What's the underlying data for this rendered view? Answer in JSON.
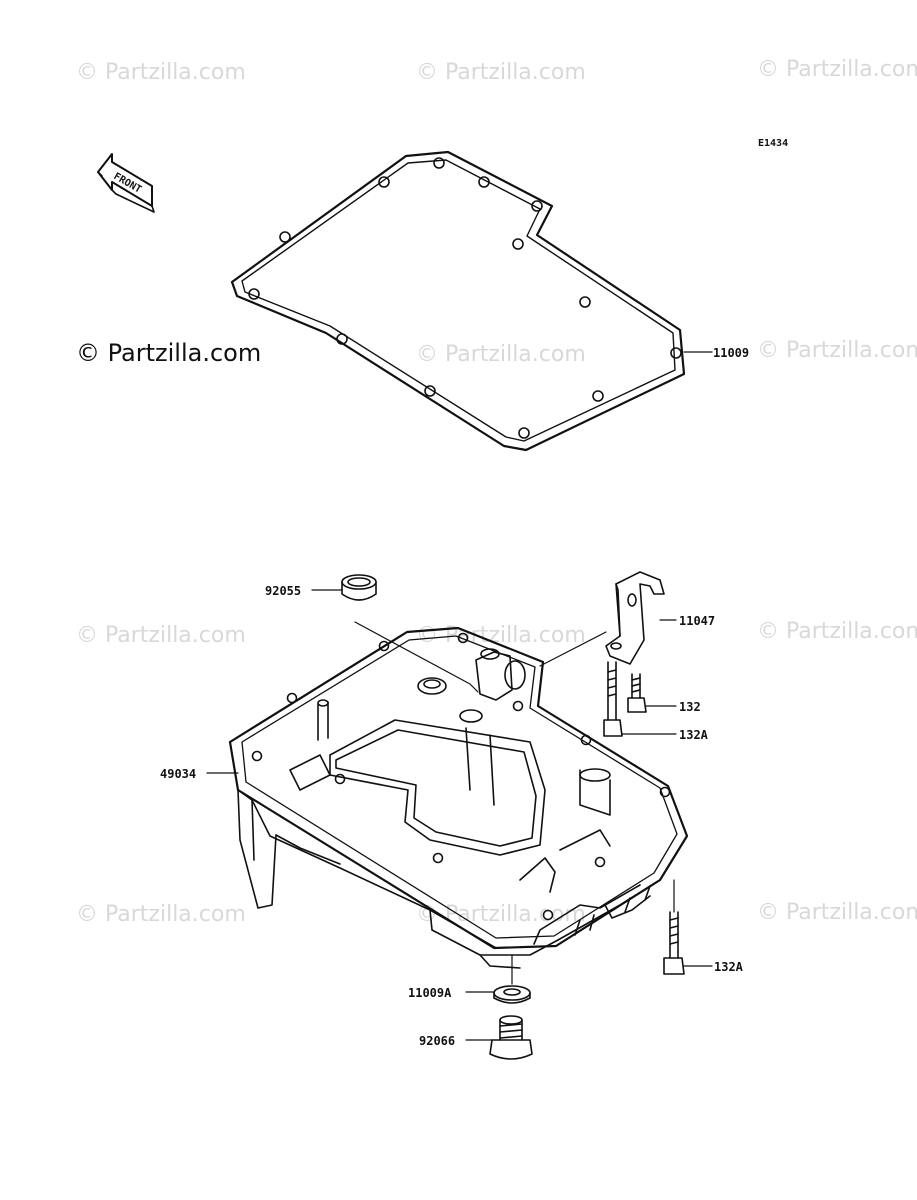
{
  "watermark": "© Partzilla.com",
  "brand": "© Partzilla.com",
  "diagram_code": "E1434",
  "front_label": "FRONT",
  "callouts": {
    "gasket": "11009",
    "cap": "92055",
    "bracket": "11047",
    "bolt_132": "132",
    "bolt_132a_upper": "132A",
    "pan": "49034",
    "bolt_132a_lower": "132A",
    "washer": "11009A",
    "drain_plug": "92066"
  }
}
